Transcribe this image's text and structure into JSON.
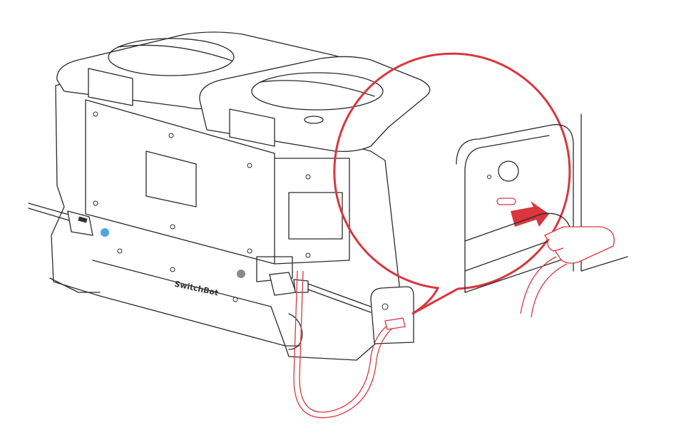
{
  "diagram": {
    "subject": "SwitchBot device with two lidded tanks, rear view",
    "brand_label": "SwitchBot",
    "callout": {
      "description": "Magnified view of USB-C port with cable being inserted",
      "arrow_direction": "toward port",
      "highlight_color": "#d9363e"
    },
    "line_color": "#2a2a2a",
    "accent_icon_color": "#4aa8dc",
    "icons": [
      "water-drop-icon-blue",
      "water-drop-icon-gray"
    ],
    "components": [
      "left-tank-lid",
      "right-tank-lid",
      "rear-panel",
      "hose-connector-left",
      "hose-connector-right",
      "usb-c-port",
      "usb-cable"
    ]
  }
}
